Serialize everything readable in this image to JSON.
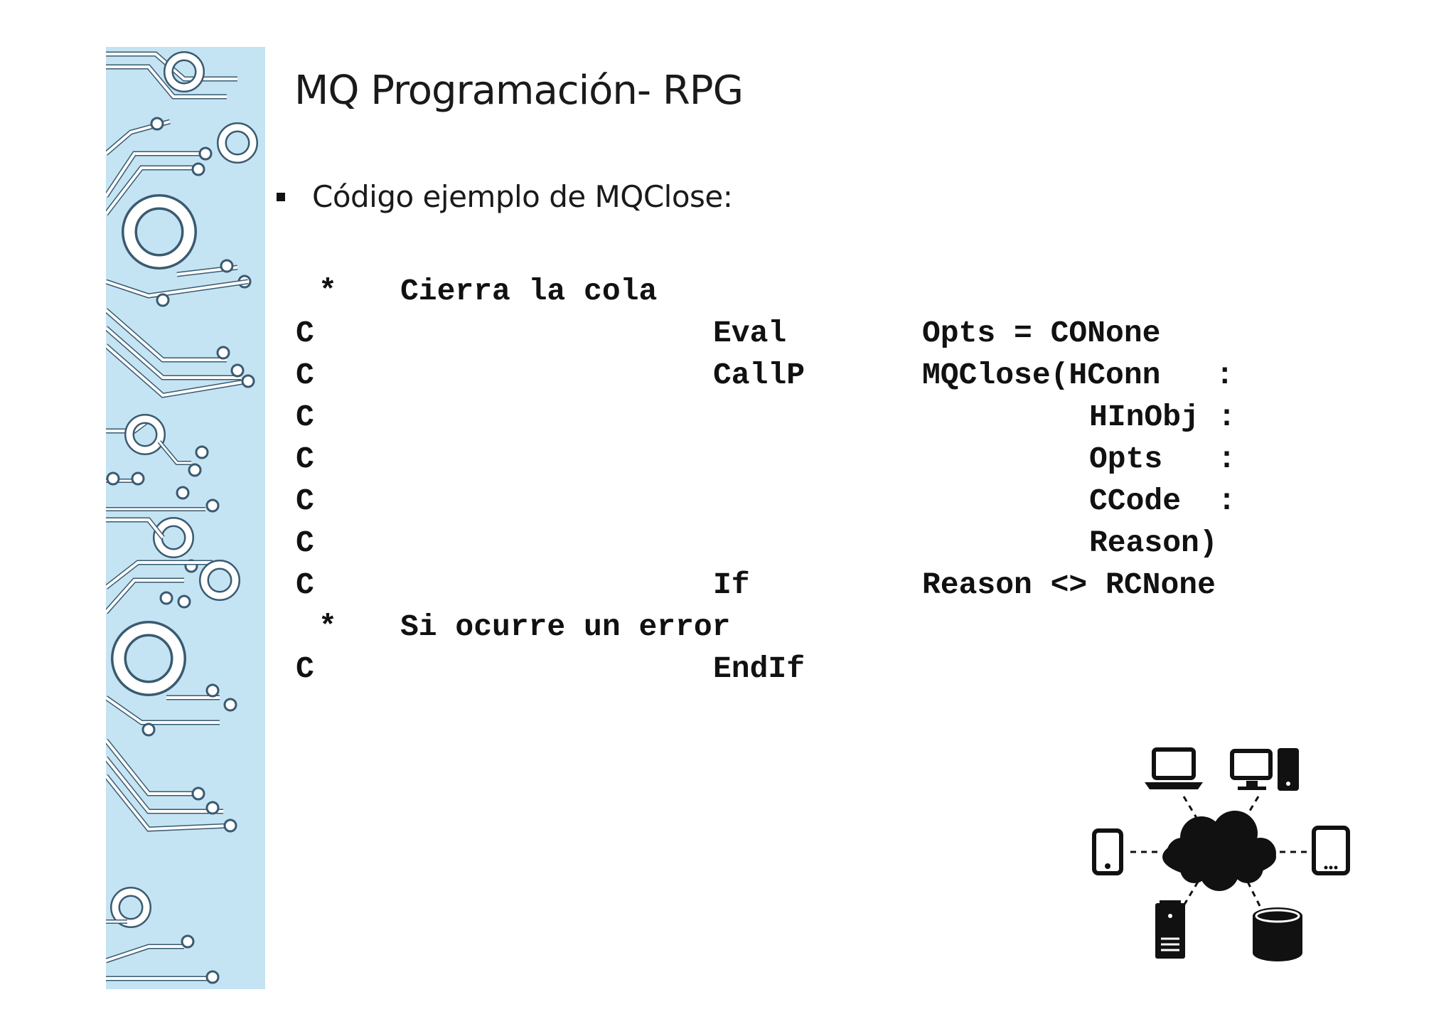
{
  "slide": {
    "title": "MQ Programación- RPG",
    "bullet": "Código ejemplo de MQClose:"
  },
  "code": {
    "comment1_marker": "*",
    "comment1_text": "Cierra la cola",
    "lines": [
      {
        "spec": "C",
        "opcode": "Eval",
        "factor": "Opts = CONone"
      },
      {
        "spec": "C",
        "opcode": "CallP",
        "factor": "MQClose(HConn   :"
      },
      {
        "spec": "C",
        "opcode": "",
        "factor": "HInObj :"
      },
      {
        "spec": "C",
        "opcode": "",
        "factor": "Opts   :"
      },
      {
        "spec": "C",
        "opcode": "",
        "factor": "CCode  :"
      },
      {
        "spec": "C",
        "opcode": "",
        "factor": "Reason)"
      },
      {
        "spec": "C",
        "opcode": "If",
        "factor": "Reason <> RCNone"
      }
    ],
    "comment2_marker": "*",
    "comment2_text": "Si ocurre un error",
    "last_spec": "C",
    "last_opcode": "EndIf"
  },
  "icons": {
    "decoration": "circuit-board-pattern",
    "network": "cloud-network-icon",
    "colors": {
      "strip_background": "#c4e4f4",
      "circuit_trace": "#ffffff",
      "circuit_shadow": "#3a5a70",
      "icon_fill": "#111111"
    }
  }
}
